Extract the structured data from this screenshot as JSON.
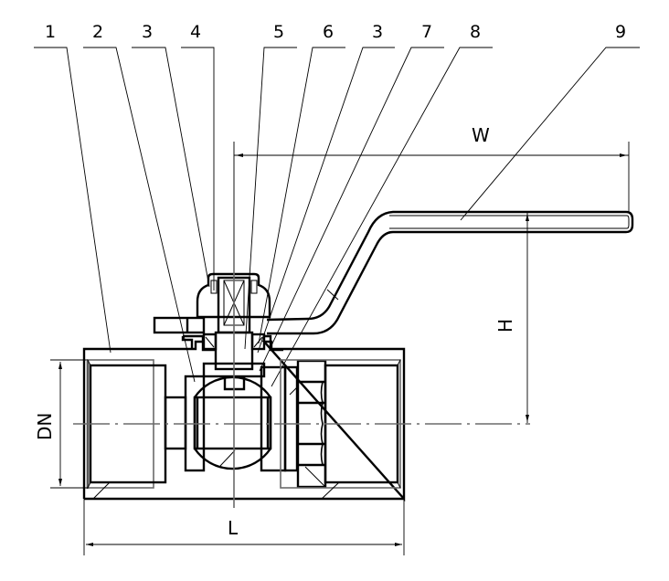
{
  "diagram": {
    "title": "Ball valve sectional drawing",
    "callouts": [
      {
        "number": "1"
      },
      {
        "number": "2"
      },
      {
        "number": "3"
      },
      {
        "number": "4"
      },
      {
        "number": "5"
      },
      {
        "number": "6"
      },
      {
        "number": "3"
      },
      {
        "number": "7"
      },
      {
        "number": "8"
      },
      {
        "number": "9"
      }
    ],
    "dimensions": {
      "width": "W",
      "height": "H",
      "nominal_diameter": "DN",
      "length": "L"
    }
  }
}
